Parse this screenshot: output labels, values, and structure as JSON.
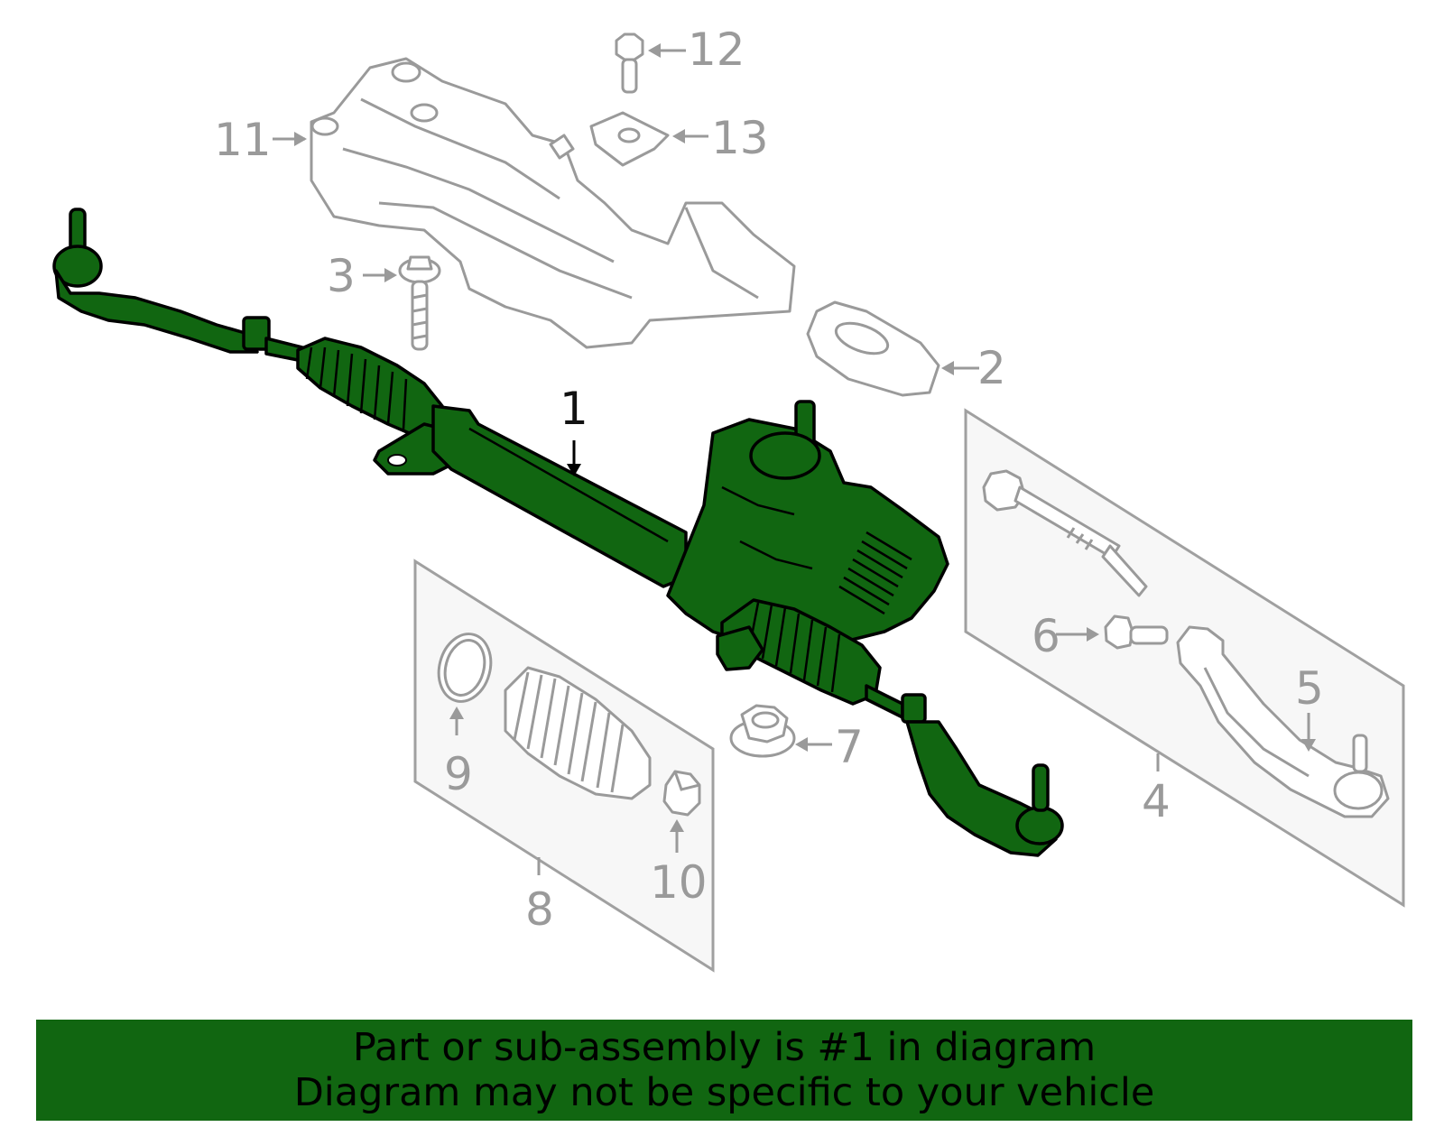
{
  "diagram": {
    "callouts": {
      "c1": "1",
      "c2": "2",
      "c3": "3",
      "c4": "4",
      "c5": "5",
      "c6": "6",
      "c7": "7",
      "c8": "8",
      "c9": "9",
      "c10": "10",
      "c11": "11",
      "c12": "12",
      "c13": "13"
    },
    "highlight_color": "#116611",
    "part_outline_color": "#9a9a9a"
  },
  "banner": {
    "line1": "Part or sub-assembly is #1 in diagram",
    "line2": "Diagram may not be specific to your vehicle"
  }
}
